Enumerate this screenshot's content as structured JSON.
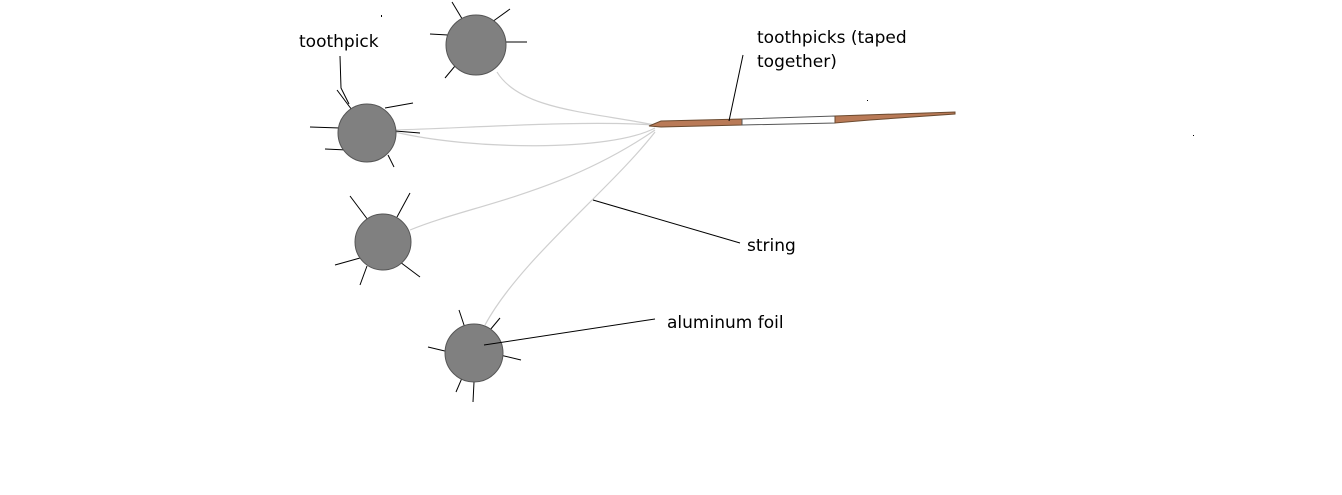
{
  "labels": {
    "toothpick": "toothpick",
    "toothpicks_taped_line1": "toothpicks (taped",
    "toothpicks_taped_line2": "together)",
    "string": "string",
    "aluminum_foil": "aluminum foil"
  },
  "colors": {
    "foil_fill": "#808080",
    "foil_outline": "#555555",
    "toothpick_wood": "#b97a57",
    "tape": "#ffffff",
    "string": "#cfcfcf",
    "line": "#000000"
  }
}
